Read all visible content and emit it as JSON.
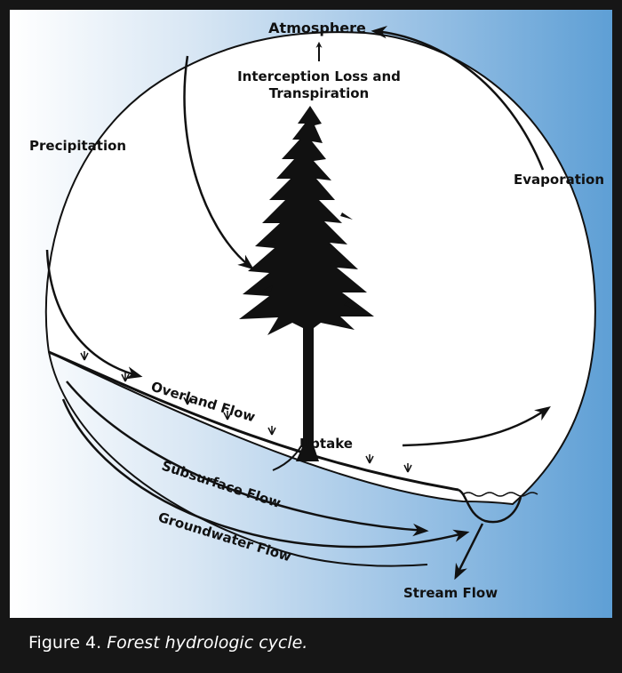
{
  "labels": {
    "atmosphere": "Atmosphere",
    "interception_line1": "Interception Loss and",
    "interception_line2": "Transpiration",
    "precipitation": "Precipitation",
    "evaporation": "Evaporation",
    "overland_flow": "Overland Flow",
    "uptake": "Uptake",
    "subsurface_flow": "Subsurface Flow",
    "groundwater_flow": "Groundwater Flow",
    "stream_flow": "Stream Flow"
  },
  "caption": {
    "figure_label": "Figure 4.",
    "description": "Forest hydrologic cycle."
  },
  "colors": {
    "frame": "#161616",
    "gradient_start": "#ffffff",
    "gradient_end": "#5e9fd5",
    "ink": "#111111",
    "caption_text": "#ffffff"
  }
}
